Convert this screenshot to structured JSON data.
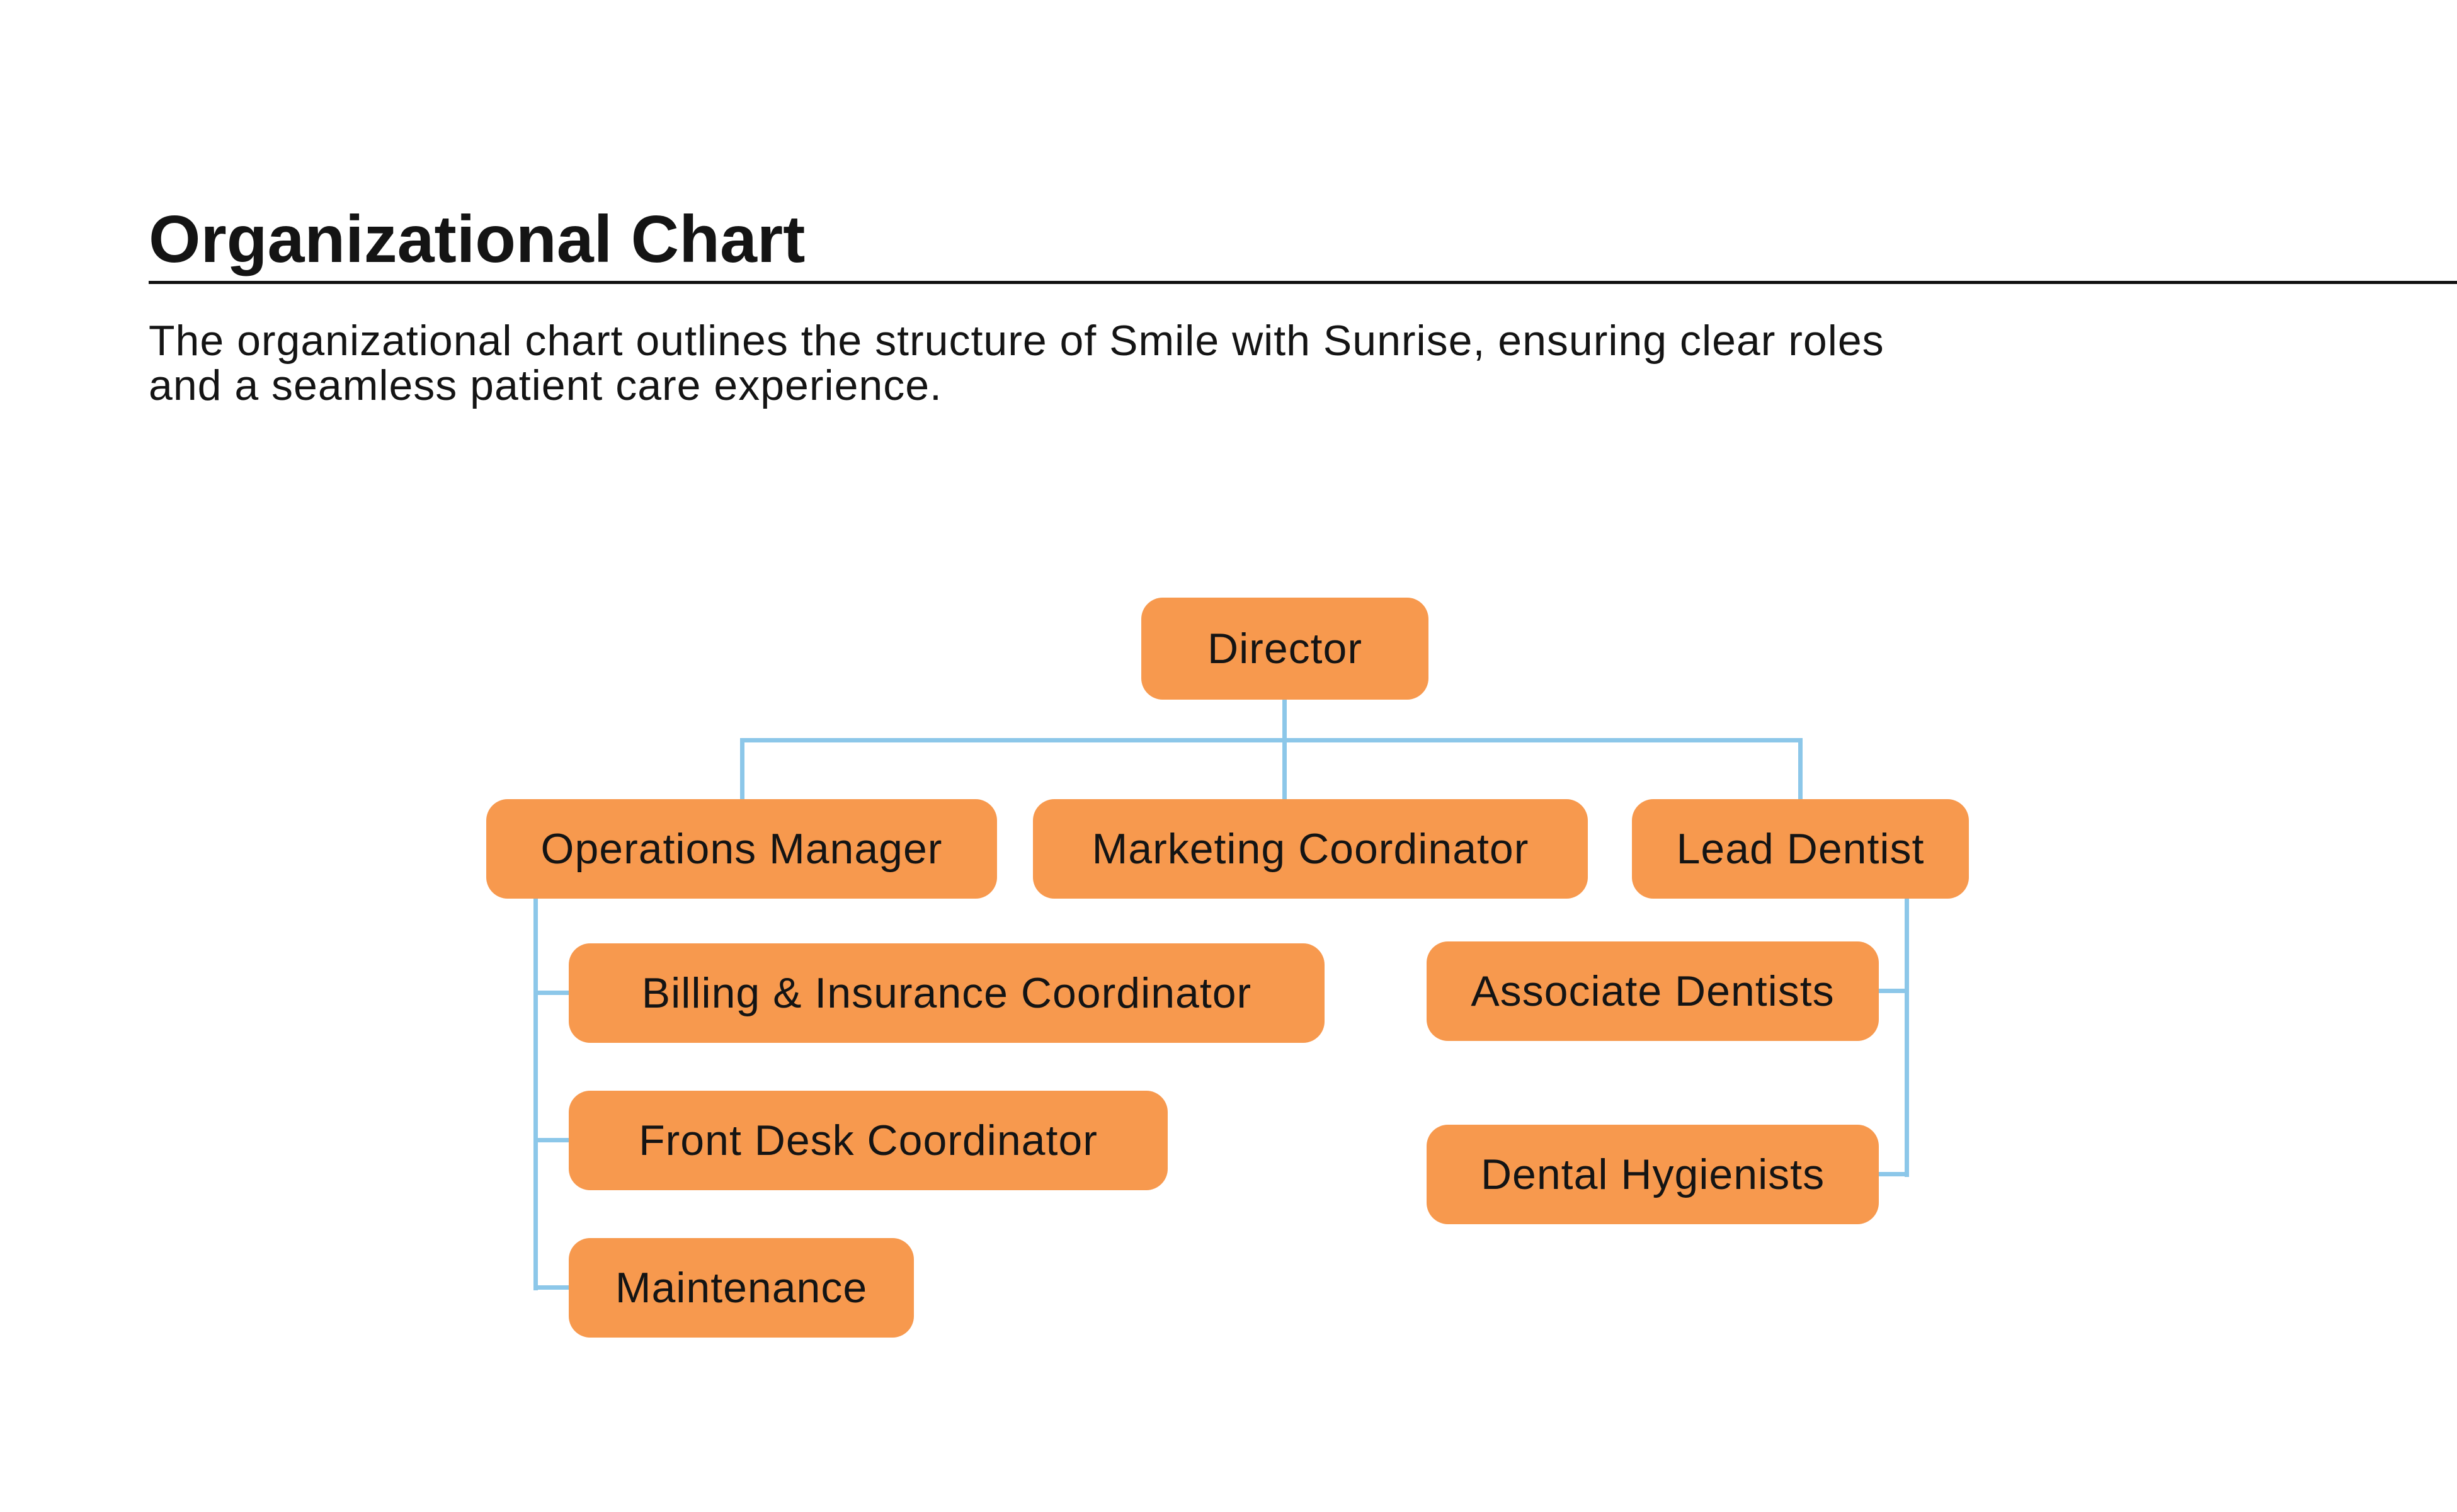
{
  "header": {
    "title": "Organizational Chart",
    "description_lines": [
      "The organizational chart outlines the structure of Smile with Sunrise, ensuring clear roles",
      "and a seamless patient care experience."
    ]
  },
  "colors": {
    "background": "#FFFFFF",
    "text": "#141414",
    "node_fill": "#F7994E",
    "connector": "#8CC7E9"
  },
  "org_chart": {
    "organization": "Smile with Sunrise",
    "nodes": {
      "director": {
        "label": "Director",
        "reports_to": null
      },
      "operations_manager": {
        "label": "Operations Manager",
        "reports_to": "director"
      },
      "marketing_coordinator": {
        "label": "Marketing Coordinator",
        "reports_to": "director"
      },
      "lead_dentist": {
        "label": "Lead Dentist",
        "reports_to": "director"
      },
      "billing_insurance_coordinator": {
        "label": "Billing & Insurance Coordinator",
        "reports_to": "operations_manager"
      },
      "front_desk_coordinator": {
        "label": "Front Desk Coordinator",
        "reports_to": "operations_manager"
      },
      "maintenance": {
        "label": "Maintenance",
        "reports_to": "operations_manager"
      },
      "associate_dentists": {
        "label": "Associate Dentists",
        "reports_to": "lead_dentist"
      },
      "dental_hygienists": {
        "label": "Dental Hygienists",
        "reports_to": "lead_dentist"
      }
    }
  }
}
